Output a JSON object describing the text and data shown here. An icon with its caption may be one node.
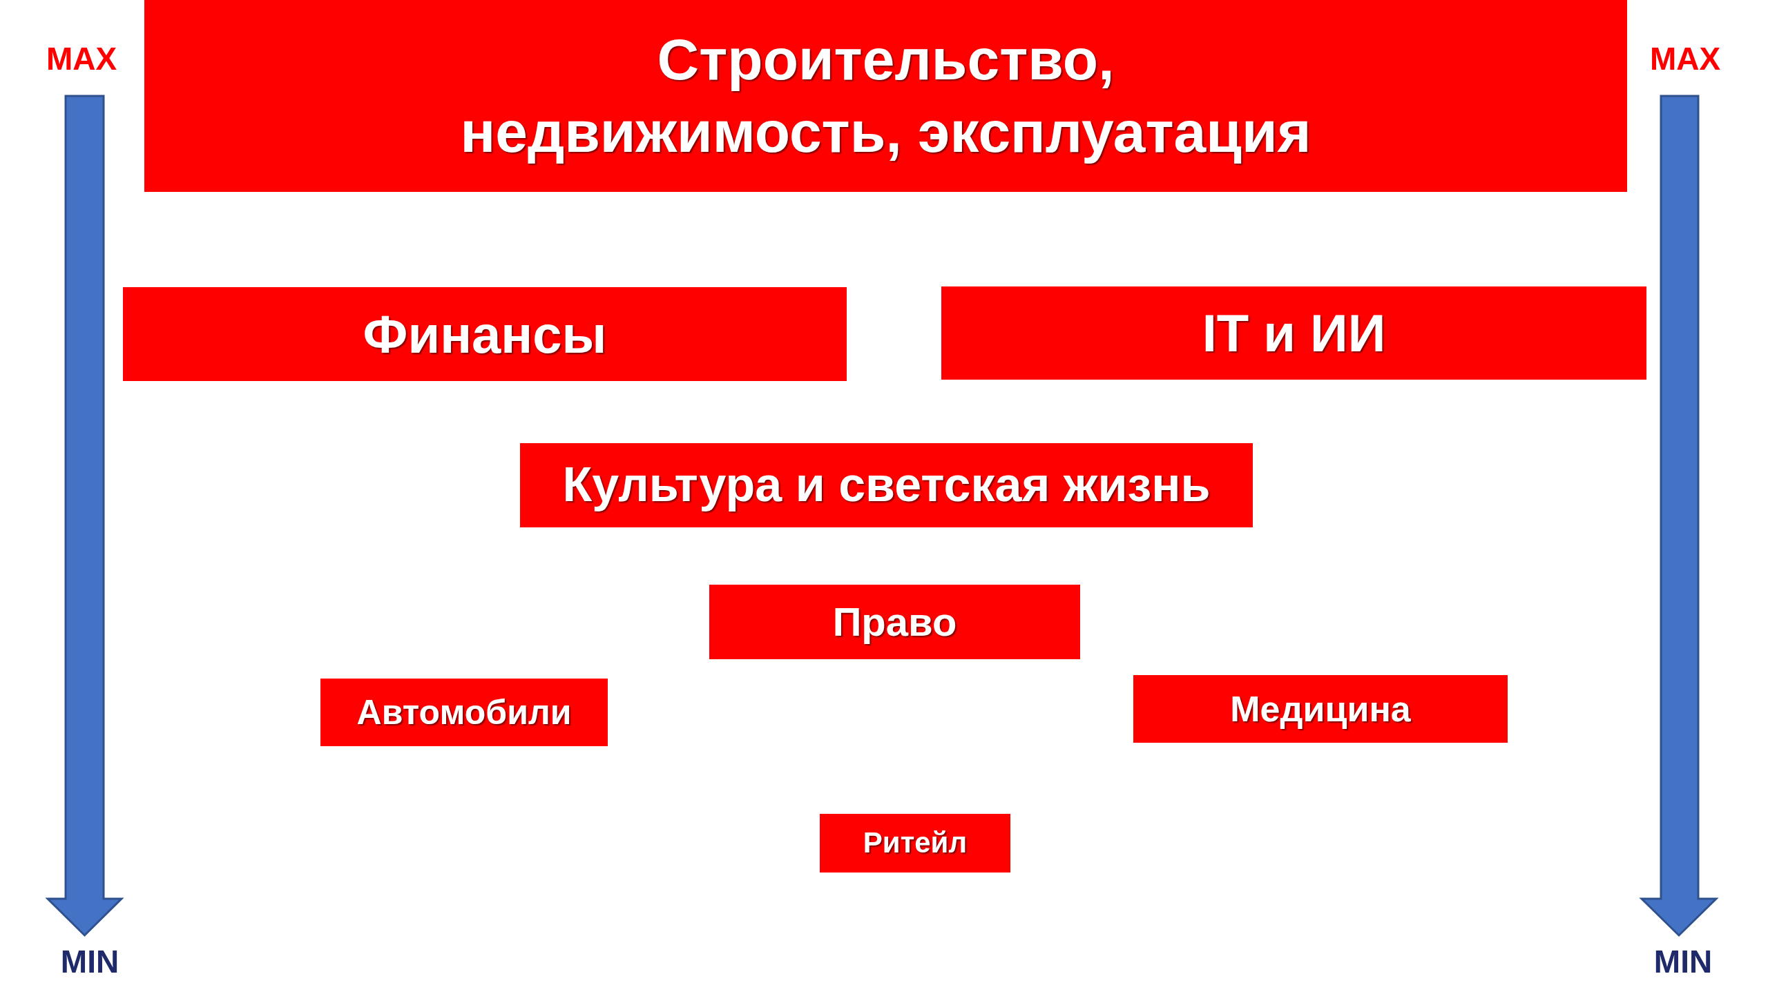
{
  "diagram": {
    "nodes": [
      {
        "text": [
          "Строительство, недвижимость, эксплуатация"
        ]
      },
      {
        "text": [
          "Финансы"
        ]
      },
      {
        "text": [
          "IT и ИИ"
        ]
      },
      {
        "text": [
          "Культура и светская жизнь"
        ]
      },
      {
        "text": [
          "Право"
        ]
      },
      {
        "text": [
          "Автомобили"
        ]
      },
      {
        "text": [
          "Медицина"
        ]
      },
      {
        "text": [
          "Ритейл"
        ]
      }
    ],
    "labels": [
      "MAX",
      "MAX",
      "MIN",
      "MIN"
    ]
  }
}
